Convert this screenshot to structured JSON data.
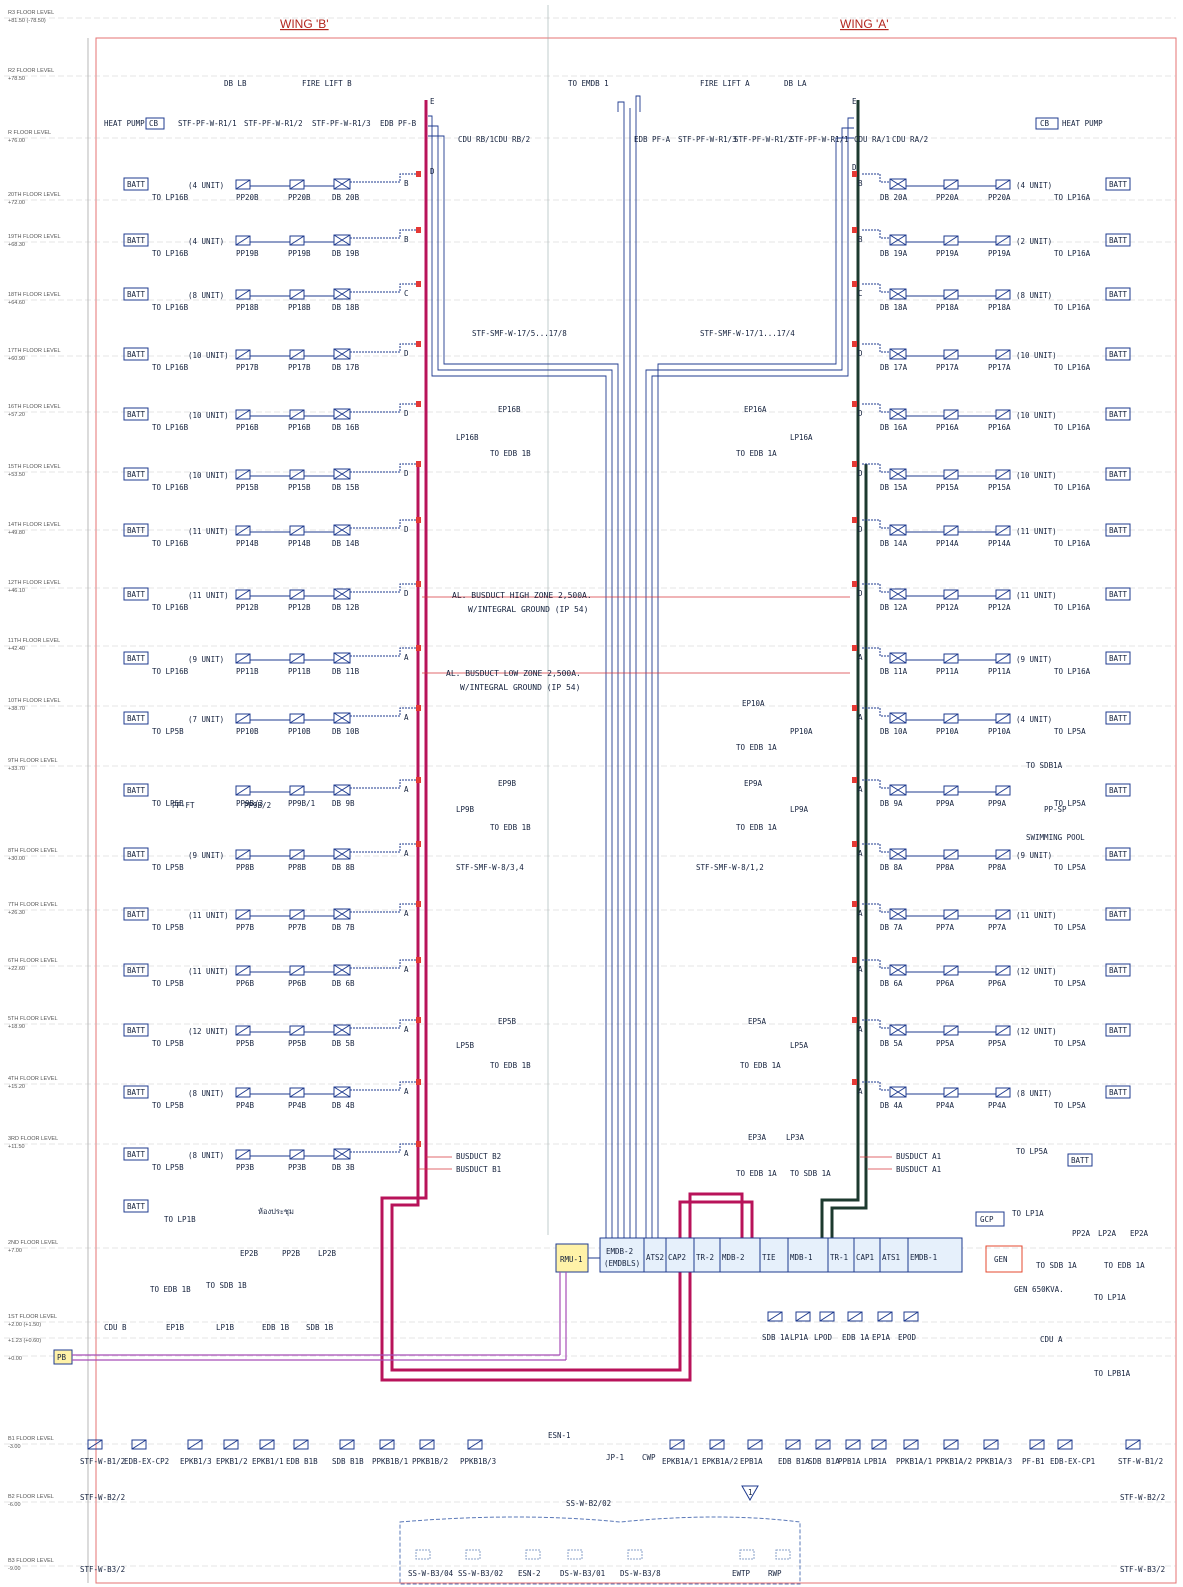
{
  "wings": {
    "left": "WING 'B'",
    "right": "WING 'A'"
  },
  "floor_levels": [
    {
      "name": "R3 FLOOR LEVEL",
      "elev": "+81.50 (-78.50)"
    },
    {
      "name": "R2 FLOOR LEVEL",
      "elev": "+78.50"
    },
    {
      "name": "R FLOOR LEVEL",
      "elev": "+76.00"
    },
    {
      "name": "20TH FLOOR LEVEL",
      "elev": "+72.00"
    },
    {
      "name": "19TH FLOOR LEVEL",
      "elev": "+68.30"
    },
    {
      "name": "18TH FLOOR LEVEL",
      "elev": "+64.60"
    },
    {
      "name": "17TH FLOOR LEVEL",
      "elev": "+60.90"
    },
    {
      "name": "16TH FLOOR LEVEL",
      "elev": "+57.20"
    },
    {
      "name": "15TH FLOOR LEVEL",
      "elev": "+53.50"
    },
    {
      "name": "14TH FLOOR LEVEL",
      "elev": "+49.80"
    },
    {
      "name": "12TH FLOOR LEVEL",
      "elev": "+46.10"
    },
    {
      "name": "11TH FLOOR LEVEL",
      "elev": "+42.40"
    },
    {
      "name": "10TH FLOOR LEVEL",
      "elev": "+38.70"
    },
    {
      "name": "9TH FLOOR LEVEL",
      "elev": "+33.70"
    },
    {
      "name": "8TH FLOOR LEVEL",
      "elev": "+30.00"
    },
    {
      "name": "7TH FLOOR LEVEL",
      "elev": "+26.30"
    },
    {
      "name": "6TH FLOOR LEVEL",
      "elev": "+22.60"
    },
    {
      "name": "5TH FLOOR LEVEL",
      "elev": "+18.90"
    },
    {
      "name": "4TH FLOOR LEVEL",
      "elev": "+15.20"
    },
    {
      "name": "3RD FLOOR LEVEL",
      "elev": "+11.50"
    },
    {
      "name": "2ND FLOOR LEVEL",
      "elev": "+7.00"
    },
    {
      "name": "1ST FLOOR LEVEL",
      "elev": "+2.00 (+1.50)"
    },
    {
      "name": "",
      "elev": "+1.23 (+0.60)"
    },
    {
      "name": "",
      "elev": "+0.00"
    },
    {
      "name": "B1 FLOOR LEVEL",
      "elev": "-3.00"
    },
    {
      "name": "B2 FLOOR LEVEL",
      "elev": "-6.00"
    },
    {
      "name": "B3 FLOOR LEVEL",
      "elev": "-9.00"
    }
  ],
  "wing_b_floors": [
    {
      "batt": "BATT",
      "lp": "TO LP16B",
      "units": "(4 UNIT)",
      "pp": "PP20B",
      "pp2": "PP20B",
      "db": "DB 20B",
      "tag": "B"
    },
    {
      "batt": "BATT",
      "lp": "TO LP16B",
      "units": "(4 UNIT)",
      "pp": "PP19B",
      "pp2": "PP19B",
      "db": "DB 19B",
      "tag": "B"
    },
    {
      "batt": "BATT",
      "lp": "TO LP16B",
      "units": "(8 UNIT)",
      "pp": "PP18B",
      "pp2": "PP18B",
      "db": "DB 18B",
      "tag": "C"
    },
    {
      "batt": "BATT",
      "lp": "TO LP16B",
      "units": "(10 UNIT)",
      "pp": "PP17B",
      "pp2": "PP17B",
      "db": "DB 17B",
      "tag": "D"
    },
    {
      "batt": "BATT",
      "lp": "TO LP16B",
      "units": "(10 UNIT)",
      "pp": "PP16B",
      "pp2": "PP16B",
      "db": "DB 16B",
      "tag": "D"
    },
    {
      "batt": "BATT",
      "lp": "TO LP16B",
      "units": "(10 UNIT)",
      "pp": "PP15B",
      "pp2": "PP15B",
      "db": "DB 15B",
      "tag": "D"
    },
    {
      "batt": "BATT",
      "lp": "TO LP16B",
      "units": "(11 UNIT)",
      "pp": "PP14B",
      "pp2": "PP14B",
      "db": "DB 14B",
      "tag": "D"
    },
    {
      "batt": "BATT",
      "lp": "TO LP16B",
      "units": "(11 UNIT)",
      "pp": "PP12B",
      "pp2": "PP12B",
      "db": "DB 12B",
      "tag": "D"
    },
    {
      "batt": "BATT",
      "lp": "TO LP16B",
      "units": "(9 UNIT)",
      "pp": "PP11B",
      "pp2": "PP11B",
      "db": "DB 11B",
      "tag": "A"
    },
    {
      "batt": "BATT",
      "lp": "TO LP5B",
      "units": "(7 UNIT)",
      "pp": "PP10B",
      "pp2": "PP10B",
      "db": "DB 10B",
      "tag": "A"
    },
    {
      "batt": "BATT",
      "lp": "TO LP5B",
      "units": "",
      "pp": "PP9B/3",
      "pp2": "PP9B/1",
      "db": "DB 9B",
      "tag": "A"
    },
    {
      "batt": "BATT",
      "lp": "TO LP5B",
      "units": "(9 UNIT)",
      "pp": "PP8B",
      "pp2": "PP8B",
      "db": "DB 8B",
      "tag": "A"
    },
    {
      "batt": "BATT",
      "lp": "TO LP5B",
      "units": "(11 UNIT)",
      "pp": "PP7B",
      "pp2": "PP7B",
      "db": "DB 7B",
      "tag": "A"
    },
    {
      "batt": "BATT",
      "lp": "TO LP5B",
      "units": "(11 UNIT)",
      "pp": "PP6B",
      "pp2": "PP6B",
      "db": "DB 6B",
      "tag": "A"
    },
    {
      "batt": "BATT",
      "lp": "TO LP5B",
      "units": "(12 UNIT)",
      "pp": "PP5B",
      "pp2": "PP5B",
      "db": "DB 5B",
      "tag": "A"
    },
    {
      "batt": "BATT",
      "lp": "TO LP5B",
      "units": "(8 UNIT)",
      "pp": "PP4B",
      "pp2": "PP4B",
      "db": "DB 4B",
      "tag": "A"
    },
    {
      "batt": "BATT",
      "lp": "TO LP5B",
      "units": "(8 UNIT)",
      "pp": "PP3B",
      "pp2": "PP3B",
      "db": "DB 3B",
      "tag": "A"
    }
  ],
  "wing_a_floors": [
    {
      "batt": "BATT",
      "lp": "TO LP16A",
      "units": "(4 UNIT)",
      "pp": "PP20A",
      "pp2": "PP20A",
      "db": "DB 20A",
      "tag": "B"
    },
    {
      "batt": "BATT",
      "lp": "TO LP16A",
      "units": "(2 UNIT)",
      "pp": "PP19A",
      "pp2": "PP19A",
      "db": "DB 19A",
      "tag": "B"
    },
    {
      "batt": "BATT",
      "lp": "TO LP16A",
      "units": "(8 UNIT)",
      "pp": "PP18A",
      "pp2": "PP18A",
      "db": "DB 18A",
      "tag": "C"
    },
    {
      "batt": "BATT",
      "lp": "TO LP16A",
      "units": "(10 UNIT)",
      "pp": "PP17A",
      "pp2": "PP17A",
      "db": "DB 17A",
      "tag": "D"
    },
    {
      "batt": "BATT",
      "lp": "TO LP16A",
      "units": "(10 UNIT)",
      "pp": "PP16A",
      "pp2": "PP16A",
      "db": "DB 16A",
      "tag": "D"
    },
    {
      "batt": "BATT",
      "lp": "TO LP16A",
      "units": "(10 UNIT)",
      "pp": "PP15A",
      "pp2": "PP15A",
      "db": "DB 15A",
      "tag": "D"
    },
    {
      "batt": "BATT",
      "lp": "TO LP16A",
      "units": "(11 UNIT)",
      "pp": "PP14A",
      "pp2": "PP14A",
      "db": "DB 14A",
      "tag": "D"
    },
    {
      "batt": "BATT",
      "lp": "TO LP16A",
      "units": "(11 UNIT)",
      "pp": "PP12A",
      "pp2": "PP12A",
      "db": "DB 12A",
      "tag": "D"
    },
    {
      "batt": "BATT",
      "lp": "TO LP16A",
      "units": "(9 UNIT)",
      "pp": "PP11A",
      "pp2": "PP11A",
      "db": "DB 11A",
      "tag": "A"
    },
    {
      "batt": "BATT",
      "lp": "TO LP5A",
      "units": "(4 UNIT)",
      "pp": "PP10A",
      "pp2": "PP10A",
      "db": "DB 10A",
      "tag": "A"
    },
    {
      "batt": "BATT",
      "lp": "TO LP5A",
      "units": "",
      "pp": "PP9A",
      "pp2": "PP9A",
      "db": "DB 9A",
      "tag": "A"
    },
    {
      "batt": "BATT",
      "lp": "TO LP5A",
      "units": "(9 UNIT)",
      "pp": "PP8A",
      "pp2": "PP8A",
      "db": "DB 8A",
      "tag": "A"
    },
    {
      "batt": "BATT",
      "lp": "TO LP5A",
      "units": "(11 UNIT)",
      "pp": "PP7A",
      "pp2": "PP7A",
      "db": "DB 7A",
      "tag": "A"
    },
    {
      "batt": "BATT",
      "lp": "TO LP5A",
      "units": "(12 UNIT)",
      "pp": "PP6A",
      "pp2": "PP6A",
      "db": "DB 6A",
      "tag": "A"
    },
    {
      "batt": "BATT",
      "lp": "TO LP5A",
      "units": "(12 UNIT)",
      "pp": "PP5A",
      "pp2": "PP5A",
      "db": "DB 5A",
      "tag": "A"
    },
    {
      "batt": "BATT",
      "lp": "TO LP5A",
      "units": "(8 UNIT)",
      "pp": "PP4A",
      "pp2": "PP4A",
      "db": "DB 4A",
      "tag": "A"
    }
  ],
  "roof": {
    "db_lb": "DB LB",
    "fire_lift_b": "FIRE LIFT B",
    "to_emdb1": "TO EMDB 1",
    "fire_lift_a": "FIRE LIFT A",
    "db_la": "DB LA",
    "heat_pump_b": "HEAT PUMP",
    "cb": "CB",
    "heat_pump_a": "HEAT PUMP",
    "stf_b": [
      "STF-PF-W-R1/1",
      "STF-PF-W-R1/2",
      "STF-PF-W-R1/3"
    ],
    "edb_pf_b": "EDB PF-B",
    "cdu_b": [
      "CDU RB/1",
      "CDU RB/2"
    ],
    "edb_pf_a": "EDB PF-A",
    "stf_a": [
      "STF-PF-W-R1/3",
      "STF-PF-W-R1/2",
      "STF-PF-W-R1/1"
    ],
    "cdu_a": [
      "CDU RA/1",
      "CDU RA/2"
    ],
    "e_tag": "E",
    "d_tag": "D"
  },
  "mid": {
    "stf_smf_b17": "STF-SMF-W-17/5...17/8",
    "stf_smf_a17": "STF-SMF-W-17/1...17/4",
    "lp16b": "LP16B",
    "ep16b": "EP16B",
    "to_edb_1b": "TO EDB 1B",
    "ep16a": "EP16A",
    "lp16a": "LP16A",
    "to_edb_1a": "TO EDB 1A",
    "busduct_high_1": "AL. BUSDUCT HIGH ZONE 2,500A.",
    "busduct_high_2": "W/INTEGRAL GROUND (IP 54)",
    "busduct_low_1": "AL. BUSDUCT LOW ZONE 2,500A.",
    "busduct_low_2": "W/INTEGRAL GROUND (IP 54)",
    "ep10a": "EP10A",
    "pp10a": "PP10A",
    "lp9b": "LP9B",
    "ep9b": "EP9B",
    "ep9a": "EP9A",
    "lp9a": "LP9A",
    "pp_ft": "PP-FT",
    "pp9b2": "PP9B/2",
    "to_sdb1a": "TO SDB1A",
    "pp_sp": "PP-SP",
    "swimming_pool": "SWIMMING POOL",
    "stf_smf_b8": "STF-SMF-W-8/3,4",
    "stf_smf_a8": "STF-SMF-W-8/1,2",
    "lp5b": "LP5B",
    "ep5b": "EP5B",
    "ep5a": "EP5A",
    "lp5a": "LP5A",
    "ep3a": "EP3A",
    "lp3a": "LP3A",
    "to_sdb_1a": "TO SDB 1A",
    "busduct_b2": "BUSDUCT B2",
    "busduct_b1": "BUSDUCT B1",
    "busduct_a1": "BUSDUCT A1",
    "busduct_a1b": "BUSDUCT A1",
    "to_lp5a": "TO LP5A"
  },
  "main_board": {
    "rmu": "RMU-1",
    "emdb2": "EMDB-2",
    "emdb2_sub": "(EMDBLS)",
    "cells": [
      "ATS2",
      "CAP2",
      "TR-2",
      "MDB-2",
      "TIE",
      "MDB-1",
      "TR-1",
      "CAP1",
      "ATS1",
      "EMDB-1"
    ],
    "gcp": "GCP",
    "gen": "GEN",
    "gen_label": "GEN 650KVA."
  },
  "lower": {
    "to_lp1b": "TO LP1B",
    "meeting_room": "ห้องประชุม",
    "ep2b": "EP2B",
    "pp2b": "PP2B",
    "lp2b": "LP2B",
    "to_edb1b": "TO EDB 1B",
    "to_sdb1b": "TO SDB 1B",
    "ep1b": "EP1B",
    "lp1b": "LP1B",
    "edb1b": "EDB 1B",
    "sdb1b": "SDB 1B",
    "cdu_b": "CDU B",
    "to_lp1a": "TO LP1A",
    "pp2a": "PP2A",
    "lp2a": "LP2A",
    "ep2a": "EP2A",
    "to_sdb1a": "TO SDB 1A",
    "to_edb1a": "TO EDB 1A",
    "sdb1a_group": [
      "SDB 1A",
      "LP1A",
      "LPOD",
      "EDB 1A",
      "EP1A",
      "EPOD"
    ],
    "cdu_a": "CDU A",
    "to_lp1a2": "TO LP1A",
    "to_lpb1a": "TO LPB1A",
    "pb": "PB"
  },
  "basement": {
    "b1_left": [
      "STF-W-B1/2",
      "EDB-EX-CP2",
      "EPKB1/3",
      "EPKB1/2",
      "EPKB1/1",
      "EDB B1B",
      "SDB B1B",
      "PPKB1B/1",
      "PPKB1B/2",
      "PPKB1B/3"
    ],
    "b1_right": [
      "EPKB1A/1",
      "EPKB1A/2",
      "EPB1A",
      "EDB B1A",
      "SDB B1A",
      "PPB1A",
      "LPB1A",
      "PPKB1A/1",
      "PPKB1A/2",
      "PPKB1A/3",
      "PF-B1",
      "EDB-EX-CP1",
      "STF-W-B1/2"
    ],
    "esn1": "ESN-1",
    "jp1": "JP-1",
    "cwp": "CWP",
    "ss_b2": "SS-W-B2/02",
    "b2_left": "STF-W-B2/2",
    "b2_right": "STF-W-B2/2",
    "b3_left": "STF-W-B3/2",
    "b3_right": "STF-W-B3/2",
    "b3_items": [
      "SS-W-B3/04",
      "SS-W-B3/02",
      "ESN-2",
      "DS-W-B3/01",
      "DS-W-B3/8",
      "EWTP",
      "RWP"
    ],
    "rev": "1"
  },
  "colors": {
    "wire": "#1f3b8f",
    "busduct_b": "#b8135a",
    "busduct_a": "#1d3a2f",
    "red_line": "#d9363e",
    "yellow": "#fff2a8",
    "board": "#e6f0fb",
    "gen": "#e5492f"
  }
}
